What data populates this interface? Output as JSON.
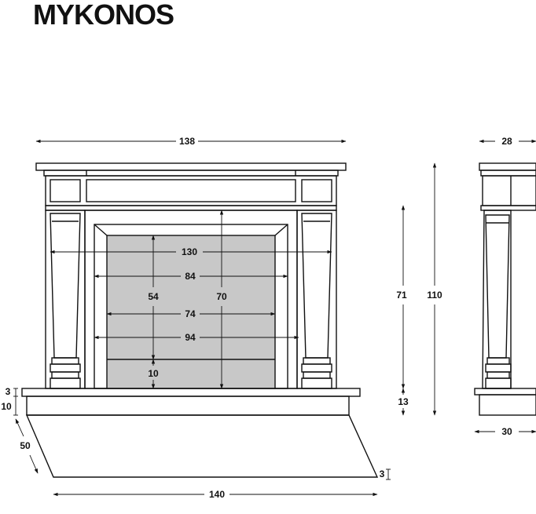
{
  "title": "MYKONOS",
  "colors": {
    "line": "#111111",
    "firebox": "#c8c8c8",
    "background": "#ffffff"
  },
  "dimensions": {
    "overall_width": "138",
    "opening_width": "130",
    "firebox_top_width": "84",
    "firebox_height": "54",
    "opening_height": "70",
    "firebox_bottom_width": "74",
    "inner_surround_width": "94",
    "firebox_base_height": "10",
    "jamb_height": "71",
    "overall_height": "110",
    "plinth_height": "13",
    "side_top_depth": "28",
    "side_base_depth": "30",
    "hearth_thickness_top": "3",
    "hearth_step_height": "10",
    "hearth_depth": "50",
    "hearth_thickness_front": "3",
    "hearth_width": "140"
  }
}
